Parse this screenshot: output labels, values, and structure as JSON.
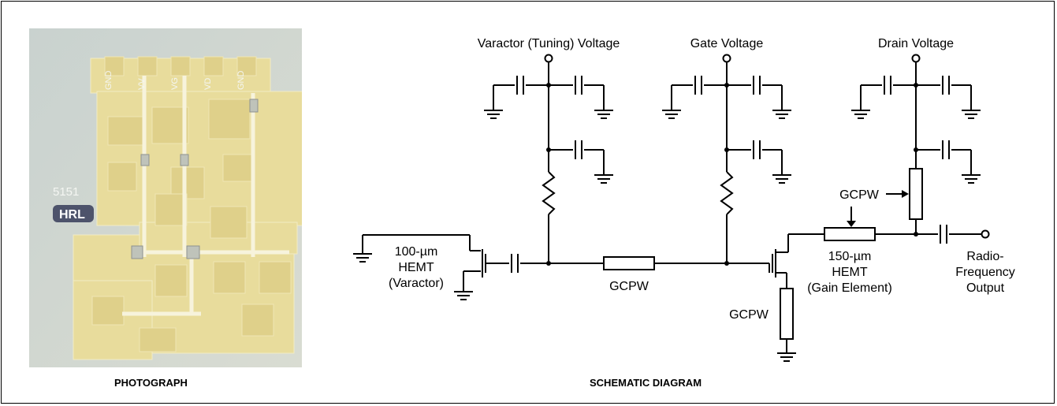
{
  "photo": {
    "chip_labels": [
      "GND",
      "VV",
      "VG",
      "VD",
      "GND"
    ],
    "chip_code": "5151",
    "chip_logo": "HRL"
  },
  "captions": {
    "photo": "PHOTOGRAPH",
    "schematic": "SCHEMATIC DIAGRAM"
  },
  "schematic": {
    "varactor_voltage": "Varactor (Tuning) Voltage",
    "gate_voltage": "Gate Voltage",
    "drain_voltage": "Drain Voltage",
    "varactor_hemt_l1": "100-µm",
    "varactor_hemt_l2": "HEMT",
    "varactor_hemt_l3": "(Varactor)",
    "gain_hemt_l1": "150-µm",
    "gain_hemt_l2": "HEMT",
    "gain_hemt_l3": "(Gain Element)",
    "gcpw_series": "GCPW",
    "gcpw_source": "GCPW",
    "gcpw_drain": "GCPW",
    "output_l1": "Radio-",
    "output_l2": "Frequency",
    "output_l3": "Output"
  }
}
